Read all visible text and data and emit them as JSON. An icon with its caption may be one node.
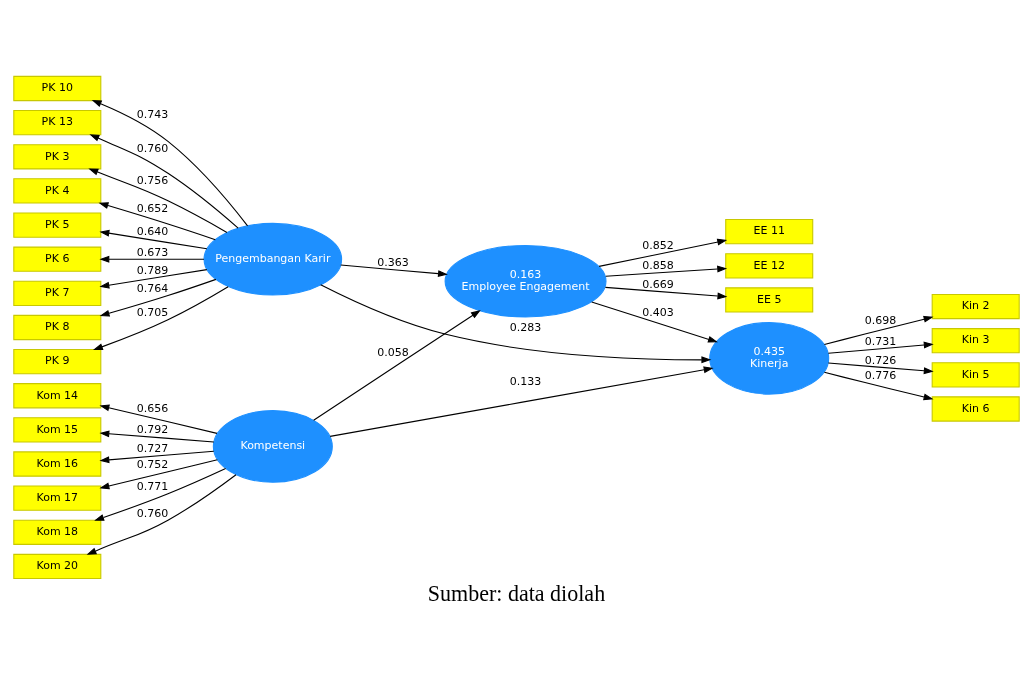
{
  "diagram": {
    "caption": "Sumber: data diolah",
    "nodes": [
      {
        "text": [
          "Kompetensi"
        ]
      },
      {
        "text": [
          "Kom 14"
        ]
      },
      {
        "text": [
          "Kom 15"
        ]
      },
      {
        "text": [
          "Kom 16"
        ]
      },
      {
        "text": [
          "Kom 17"
        ]
      },
      {
        "text": [
          "Kom 18"
        ]
      },
      {
        "text": [
          "Kom 20"
        ]
      },
      {
        "text": [
          "0.163",
          "Employee Engagement"
        ]
      },
      {
        "text": [
          "EE 11"
        ]
      },
      {
        "text": [
          "EE 12"
        ]
      },
      {
        "text": [
          "EE 5"
        ]
      },
      {
        "text": [
          "0.435",
          "Kinerja"
        ]
      },
      {
        "text": [
          "Kin 2"
        ]
      },
      {
        "text": [
          "Kin 3"
        ]
      },
      {
        "text": [
          "Kin 5"
        ]
      },
      {
        "text": [
          "Kin 6"
        ]
      },
      {
        "text": [
          "Pengembangan Karir"
        ]
      },
      {
        "text": [
          "PK 10"
        ]
      },
      {
        "text": [
          "PK 13"
        ]
      },
      {
        "text": [
          "PK 3"
        ]
      },
      {
        "text": [
          "PK 4"
        ]
      },
      {
        "text": [
          "PK 5"
        ]
      },
      {
        "text": [
          "PK 6"
        ]
      },
      {
        "text": [
          "PK 7"
        ]
      },
      {
        "text": [
          "PK 8"
        ]
      },
      {
        "text": [
          "PK 9"
        ]
      }
    ],
    "edges": [
      {
        "from": 0,
        "to": 1,
        "arrow": "to",
        "label": "0.656"
      },
      {
        "from": 0,
        "to": 2,
        "arrow": "to",
        "label": "0.792"
      },
      {
        "from": 0,
        "to": 3,
        "arrow": "to",
        "label": "0.727"
      },
      {
        "from": 0,
        "to": 4,
        "arrow": "to",
        "label": "0.752"
      },
      {
        "from": 0,
        "to": 5,
        "arrow": "to",
        "label": "0.771"
      },
      {
        "from": 0,
        "to": 6,
        "arrow": "to",
        "label": "0.760"
      },
      {
        "from": 0,
        "to": 7,
        "arrow": "to",
        "label": "0.058"
      },
      {
        "from": 0,
        "to": 11,
        "arrow": "to",
        "label": "0.133"
      },
      {
        "from": 7,
        "to": 8,
        "arrow": "to",
        "label": "0.852"
      },
      {
        "from": 7,
        "to": 9,
        "arrow": "to",
        "label": "0.858"
      },
      {
        "from": 7,
        "to": 10,
        "arrow": "to",
        "label": "0.669"
      },
      {
        "from": 7,
        "to": 11,
        "arrow": "to",
        "label": "0.403"
      },
      {
        "from": 11,
        "to": 12,
        "arrow": "to",
        "label": "0.698"
      },
      {
        "from": 11,
        "to": 13,
        "arrow": "to",
        "label": "0.731"
      },
      {
        "from": 11,
        "to": 14,
        "arrow": "to",
        "label": "0.726"
      },
      {
        "from": 11,
        "to": 15,
        "arrow": "to",
        "label": "0.776"
      },
      {
        "from": 16,
        "to": 7,
        "arrow": "to",
        "label": "0.363"
      },
      {
        "from": 16,
        "to": 11,
        "arrow": "to",
        "label": "0.283"
      },
      {
        "from": 16,
        "to": 17,
        "arrow": "to",
        "label": "0.743"
      },
      {
        "from": 16,
        "to": 18,
        "arrow": "to",
        "label": "0.760"
      },
      {
        "from": 16,
        "to": 19,
        "arrow": "to",
        "label": "0.756"
      },
      {
        "from": 16,
        "to": 20,
        "arrow": "to",
        "label": "0.652"
      },
      {
        "from": 16,
        "to": 21,
        "arrow": "to",
        "label": "0.640"
      },
      {
        "from": 16,
        "to": 22,
        "arrow": "to",
        "label": "0.673"
      },
      {
        "from": 16,
        "to": 23,
        "arrow": "to",
        "label": "0.789"
      },
      {
        "from": 16,
        "to": 24,
        "arrow": "to",
        "label": "0.764"
      },
      {
        "from": 16,
        "to": 25,
        "arrow": "to",
        "label": "0.705"
      }
    ]
  }
}
